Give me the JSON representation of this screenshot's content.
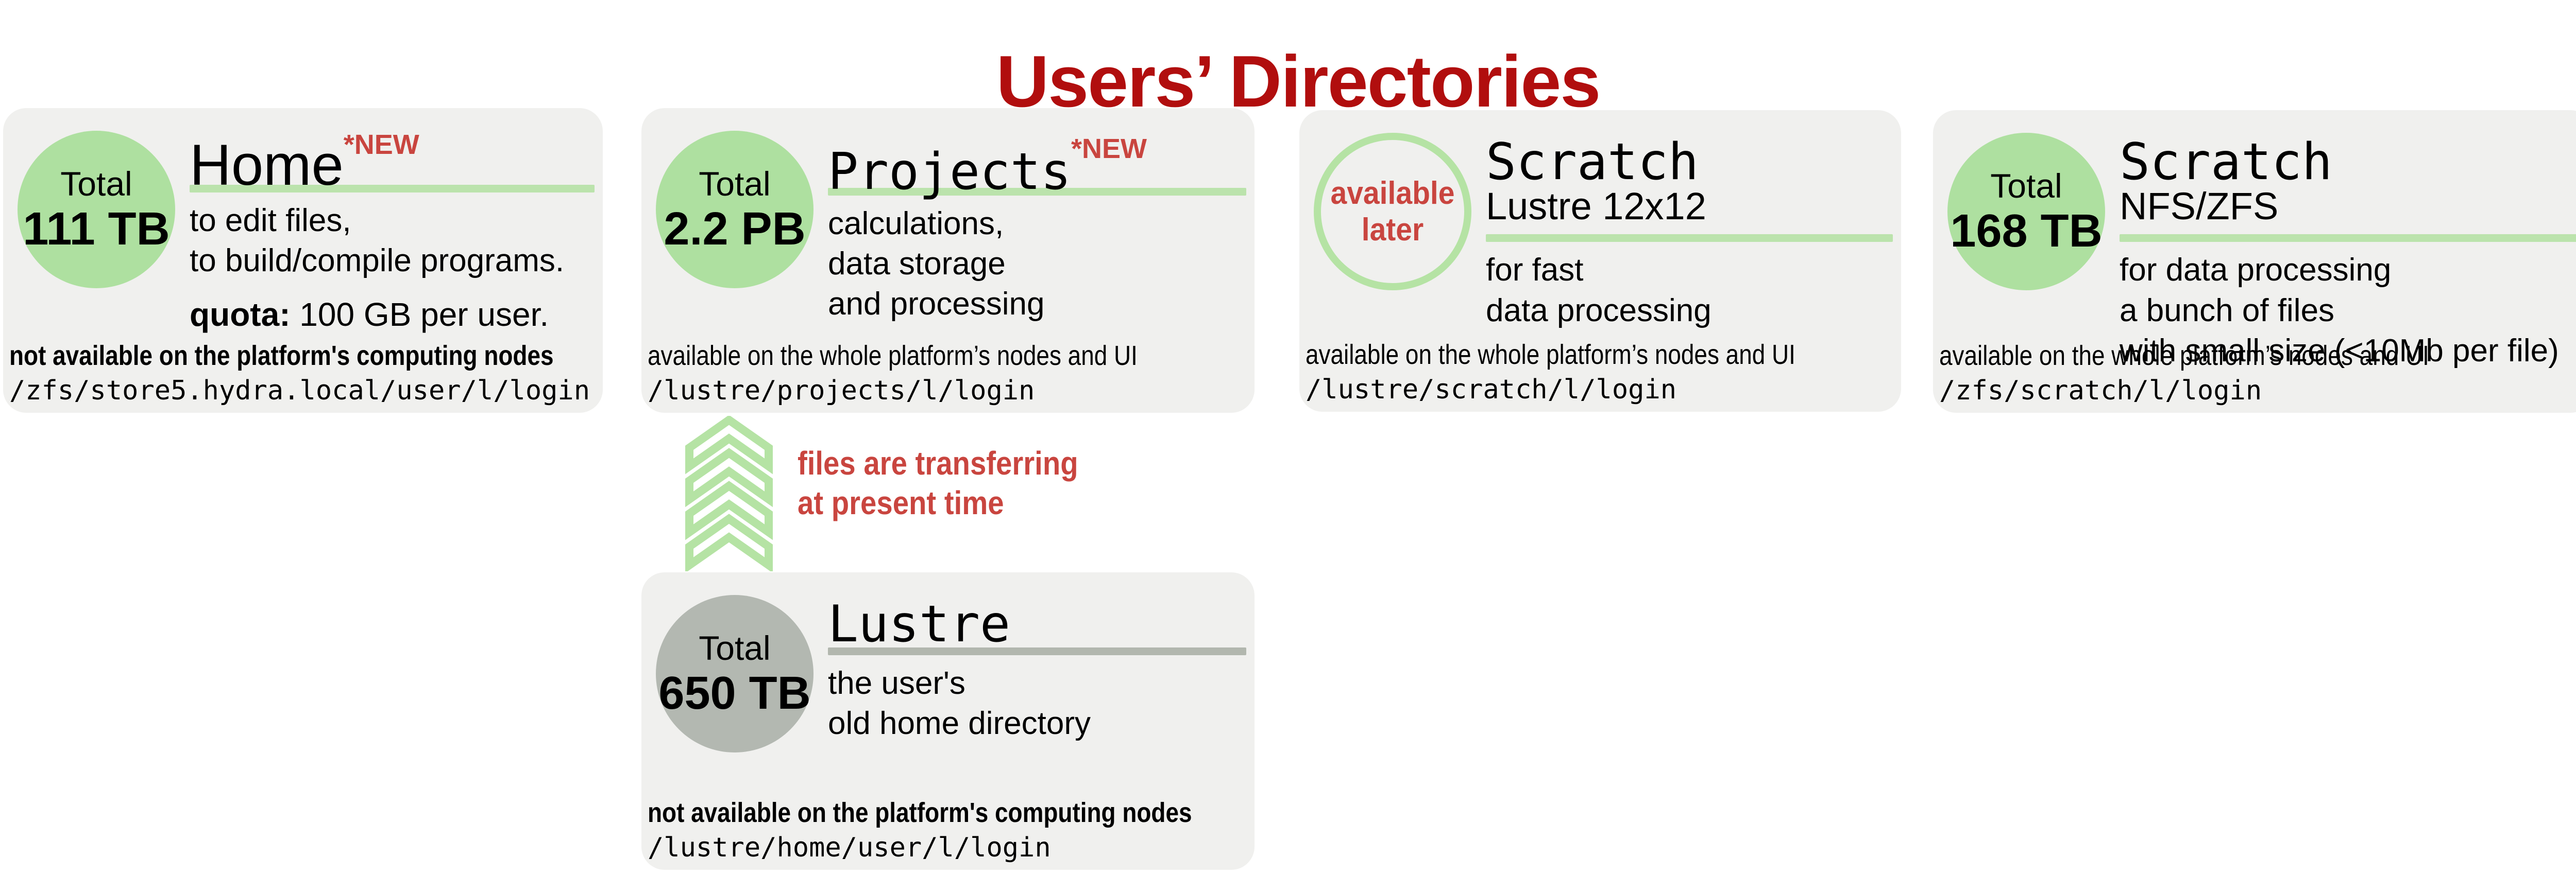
{
  "page": {
    "title": "Users’ Directories"
  },
  "colors": {
    "title_red": "#b10e0e",
    "accent_red": "#c9453f",
    "green_circle": "#aee0a0",
    "green_rule": "#bbe3ac",
    "chevron_green": "#b5e3a4",
    "gray_circle": "#b3b8b1",
    "gray_rule": "#b2b7ae",
    "card_background": "#f0f0ee"
  },
  "transfer_note": {
    "line1": "files are transferring",
    "line2": "at present time",
    "icon": "chevron-up-stack-icon"
  },
  "cards": [
    {
      "id": "home",
      "badge": {
        "label": "Total",
        "value": "111 TB"
      },
      "name": "Home",
      "new_tag": "*NEW",
      "desc": [
        "to edit files,",
        "to build/compile programs."
      ],
      "quota_label": "quota:",
      "quota_text": " 100 GB per user.",
      "availability": "not available on the platform's computing nodes",
      "path": "/zfs/store5.hydra.local/user/l/login"
    },
    {
      "id": "projects",
      "badge": {
        "label": "Total",
        "value": "2.2 PB"
      },
      "name": "Projects",
      "new_tag": "*NEW",
      "desc": [
        "calculations,",
        "data storage",
        "and processing"
      ],
      "availability": "available on the whole platform’s nodes and UI",
      "path": "/lustre/projects/l/login"
    },
    {
      "id": "scratch-lustre",
      "badge": {
        "note_line1": "available",
        "note_line2": "later"
      },
      "name": "Scratch",
      "subtitle": "Lustre 12x12",
      "desc": [
        "for fast",
        "data processing"
      ],
      "availability": "available on the whole platform’s nodes and UI",
      "path": "/lustre/scratch/l/login"
    },
    {
      "id": "scratch-nfs",
      "badge": {
        "label": "Total",
        "value": "168 TB"
      },
      "name": "Scratch",
      "subtitle": "NFS/ZFS",
      "desc": [
        "for data processing",
        "a bunch of files",
        "with small size (<10Mb per file)"
      ],
      "availability": "available on the whole platform’s nodes and UI",
      "path": "/zfs/scratch/l/login"
    },
    {
      "id": "lustre-old-home",
      "badge": {
        "label": "Total",
        "value": "650 TB"
      },
      "name": "Lustre",
      "desc": [
        "the user's",
        "old home directory"
      ],
      "availability": "not available on the platform's computing nodes",
      "path": "/lustre/home/user/l/login"
    }
  ]
}
